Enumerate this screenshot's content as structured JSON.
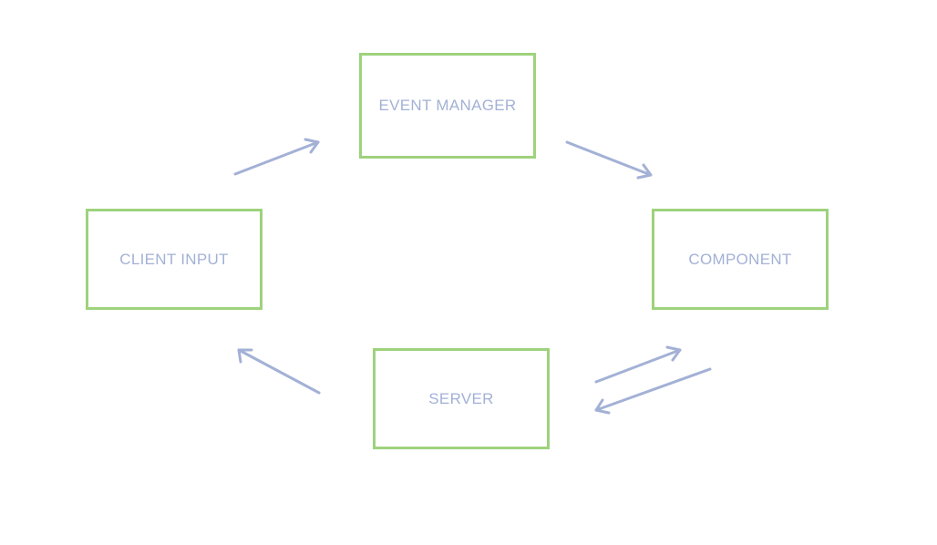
{
  "diagram": {
    "nodes": {
      "event_manager": {
        "label": "EVENT MANAGER"
      },
      "client_input": {
        "label": "CLIENT INPUT"
      },
      "component": {
        "label": "COMPONENT"
      },
      "server": {
        "label": "SERVER"
      }
    },
    "edges": [
      {
        "from": "CLIENT INPUT",
        "to": "EVENT MANAGER"
      },
      {
        "from": "EVENT MANAGER",
        "to": "COMPONENT"
      },
      {
        "from": "SERVER",
        "to": "COMPONENT"
      },
      {
        "from": "COMPONENT",
        "to": "SERVER"
      },
      {
        "from": "SERVER",
        "to": "CLIENT INPUT"
      }
    ],
    "colors": {
      "node_border": "#9ed27d",
      "label_text": "#a3b1d6",
      "arrow": "#a3b1d6",
      "background": "#ffffff"
    }
  }
}
